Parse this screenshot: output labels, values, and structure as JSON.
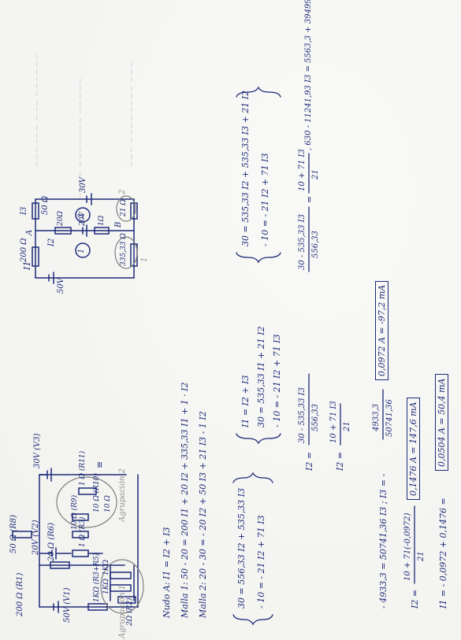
{
  "left_circuit": {
    "r1": "200 Ω (R1)",
    "v1": "50V (V1)",
    "r2_group": "2Ω (R2)",
    "r34_group": "1KΩ (R3+R5)",
    "r_1k_a": "1KΩ",
    "r_1k_b": "1KΩ",
    "group1_label": "Agrupación 1",
    "r8": "50 Ω (R8)",
    "r6": "20 Ω (R6)",
    "v2": "20V (V2)",
    "r3": "1 Ω (R3)",
    "r9": "10 Ω (R9)",
    "v3": "30V (V3)",
    "r11": "1 Ω (R11)",
    "r10": "10 Ω (R10)",
    "r_extra": "10 Ω",
    "group2_label": "Agrupación 2",
    "equiv": "≡"
  },
  "right_circuit": {
    "i1": "I1",
    "i3_label": "I3",
    "r200": "200 Ω",
    "node_a": "A",
    "r50": "50 Ω",
    "v30": "30V",
    "v50": "50V",
    "i2": "I2",
    "loop1": "1",
    "r20": "20Ω",
    "v20": "20V",
    "r1": "1Ω",
    "loop2": "2",
    "node_b": "B",
    "r21": "21 Ω",
    "r335": "335,33 Ω",
    "mark_1": "1",
    "mark_2": "2"
  },
  "equations": {
    "nudo": "Nudo A:   I1 = I2 + I3",
    "malla1": "Malla 1:  50 - 20 = 200 I1 + 20 I2 + 335,33 I1 + 1 · I2",
    "malla2": "Malla 2:  20 - 30 = - 20 I2 + 50 I3 + 21 I3 - 1 I2",
    "sys1_a": "I1 = I2 + I3",
    "sys1_b": "30 = 535,33 I1 + 21 I2",
    "sys1_c": "- 10 = - 21 I2 + 71 I3",
    "sys2_a": "30 = 535,33 I2 + 535,33 I3 + 21 I2",
    "sys2_b": "- 10 = - 21 I2 + 71 I3",
    "sys3_a": "30 = 556,33 I2 + 535,33 I3",
    "sys3_b": "- 10 = - 21 I2 + 71 I3",
    "i2_lhs": "I2 =",
    "i2_num_a": "30 - 535,33 I3",
    "i2_den_a": "556,33",
    "i2b_lhs": "I2 =",
    "i2_num_b": "10 + 71 I3",
    "i2_den_b": "21",
    "eq_frac_a_num": "30 - 535,33 I3",
    "eq_frac_a_den": "556,33",
    "eq_eq": "=",
    "eq_frac_b_num": "10 + 71 I3",
    "eq_frac_b_den": "21",
    "eq_long": ", 630 - 11241,93 I3 = 5563,3 + 39499,43 I3",
    "step_a": "- 4933,3 = 50741,36 I3 ;  I3 = -",
    "step_frac_num": "4933,3",
    "step_frac_den": "50741,36",
    "i3_result": "0,0972 A = -97,2 mA",
    "i2_final_lhs": "I2 =",
    "i2_final_num": "10 + 71(-0,0972)",
    "i2_final_den": "21",
    "i2_result": "0,1476 A = 147,6 mA",
    "i1_final": "I1 = - 0,0972 + 0,1476 =",
    "i1_result": "0,0504 A = 50,4 mA"
  }
}
